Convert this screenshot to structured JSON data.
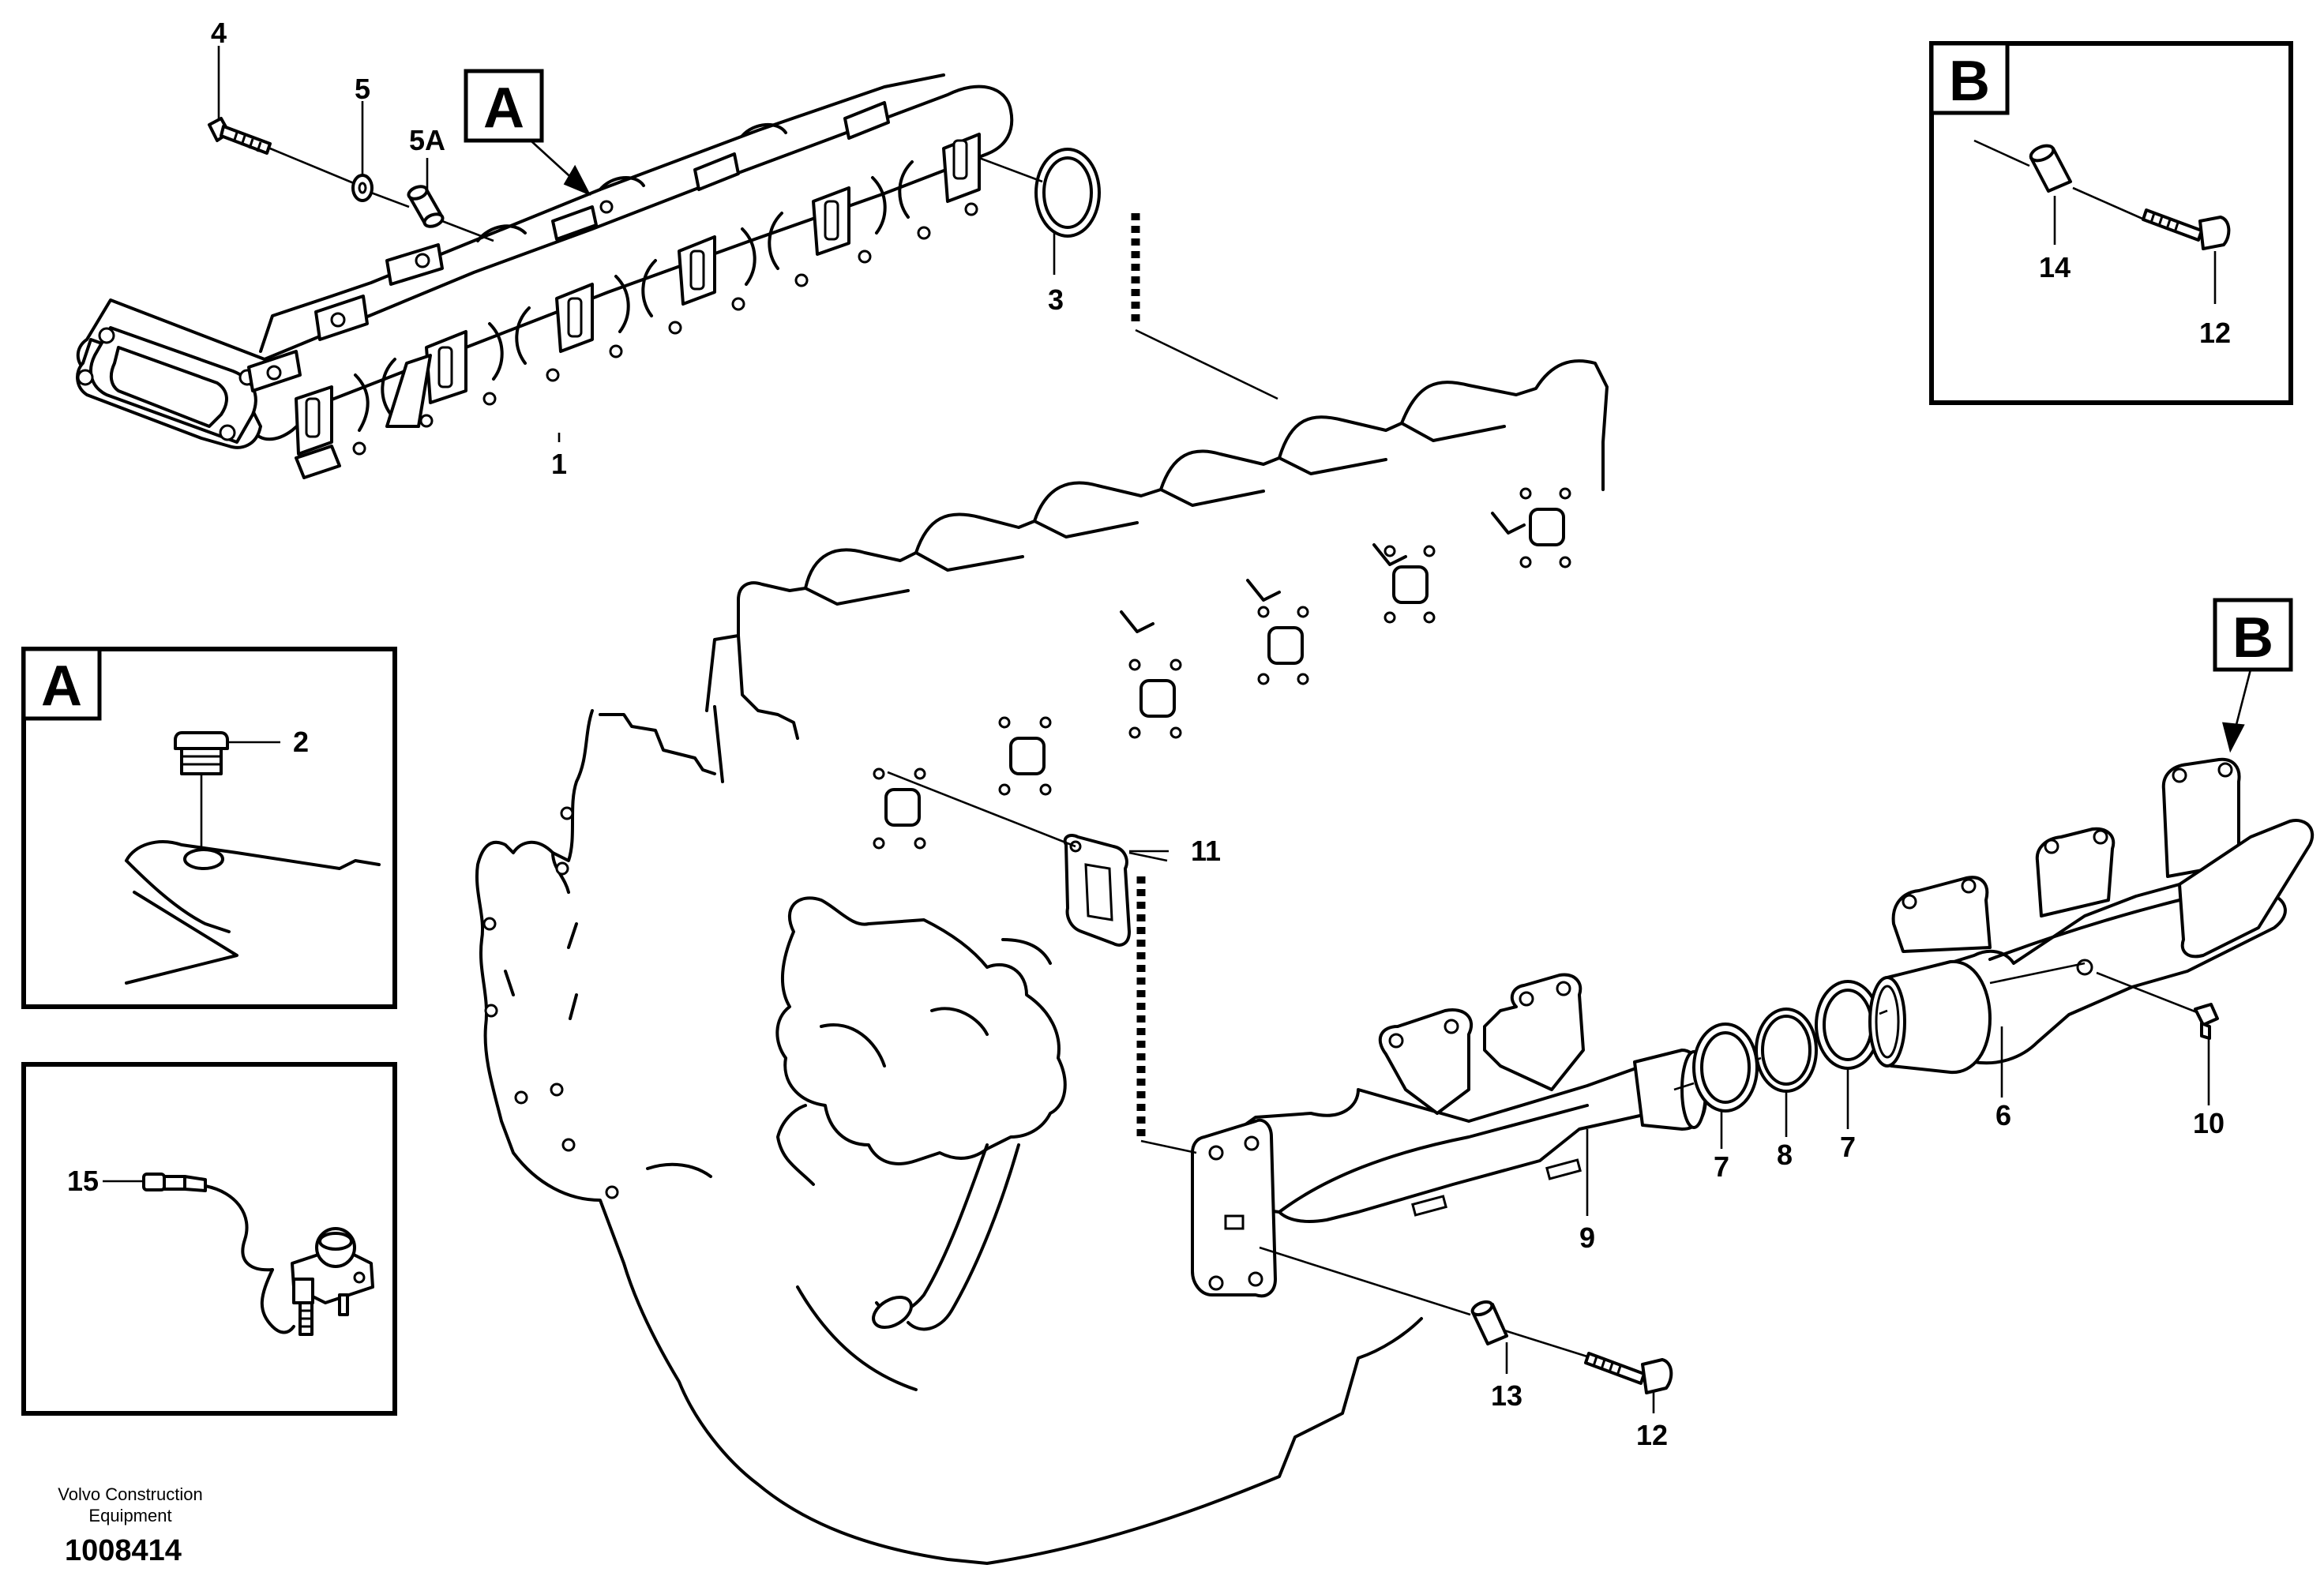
{
  "callouts": {
    "p1": "1",
    "p2": "2",
    "p3": "3",
    "p4": "4",
    "p5": "5",
    "p5a": "5A",
    "p6": "6",
    "p7a": "7",
    "p7b": "7",
    "p8": "8",
    "p9": "9",
    "p10": "10",
    "p11": "11",
    "p12a": "12",
    "p12b": "12",
    "p13": "13",
    "p14": "14",
    "p15": "15"
  },
  "detail_refs": {
    "a_on_manifold": "A",
    "b_on_exhaust": "B",
    "inset_a": "A",
    "inset_b": "B"
  },
  "footer": {
    "company_line1": "Volvo Construction",
    "company_line2": "Equipment",
    "doc_number": "1008414"
  },
  "colors": {
    "ink": "#000000",
    "paper": "#ffffff"
  }
}
